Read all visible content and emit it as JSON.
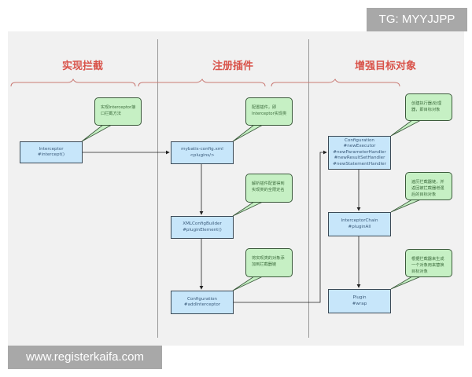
{
  "watermarks": {
    "top_right": "TG: MYYJJPP",
    "bottom_left": "www.registerkaifa.com"
  },
  "columns": [
    {
      "title": "实现拦截",
      "boxes": [
        {
          "line1": "Interceptor",
          "line2": "#intercept()"
        }
      ],
      "callouts": [
        {
          "text": "实现Interceptor接口拦截方法"
        }
      ]
    },
    {
      "title": "注册插件",
      "boxes": [
        {
          "line1": "mybatis-config.xml",
          "line2": "<plugins/>"
        },
        {
          "line1": "XMLConfigBuilder",
          "line2": "#pluginElement()"
        },
        {
          "line1": "Configuration",
          "line2": "#addInterceptor"
        }
      ],
      "callouts": [
        {
          "text": "配置插件，即Interceptor实现类"
        },
        {
          "text": "解析插件配置得到实现类的全限定名"
        },
        {
          "text": "将实现类的对象添加到拦截器链"
        }
      ]
    },
    {
      "title": "增强目标对象",
      "boxes": [
        {
          "line1": "Configuration",
          "line2": "#newExecutor",
          "line3": "#newParameterHandler",
          "line4": "#newResultSetHandler",
          "line5": "#newStatementHandler"
        },
        {
          "line1": "InterceptorChain",
          "line2": "#pluginAll"
        },
        {
          "line1": "Plugin",
          "line2": "#wrap"
        }
      ],
      "callouts": [
        {
          "text": "创建执行器/处理器，即目标对象"
        },
        {
          "text": "遍历拦截器链，并返回被拦截器增强后的目标对象"
        },
        {
          "text": "根据拦截器来生成一个对象用来替换目标对象"
        }
      ]
    }
  ],
  "colors": {
    "panel_bg": "#f1f1f1",
    "title_red": "#d9534a",
    "box_fill": "#c7e6fa",
    "callout_fill": "#c6f0c4",
    "watermark_bg": "#a8a8a8"
  }
}
